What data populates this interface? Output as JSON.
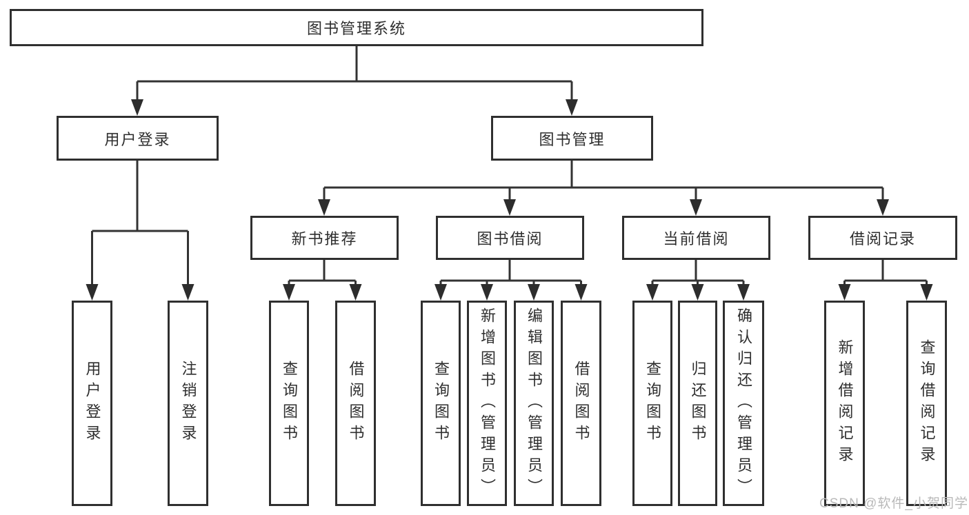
{
  "diagram": {
    "tree": {
      "label": "图书管理系统",
      "children": [
        {
          "label": "用户登录",
          "children": [
            {
              "label": "用户登录"
            },
            {
              "label": "注销登录"
            }
          ]
        },
        {
          "label": "图书管理",
          "children": [
            {
              "label": "新书推荐",
              "children": [
                {
                  "label": "查询图书"
                },
                {
                  "label": "借阅图书"
                }
              ]
            },
            {
              "label": "图书借阅",
              "children": [
                {
                  "label": "查询图书"
                },
                {
                  "label": "新增图书（管理员）"
                },
                {
                  "label": "编辑图书（管理员）"
                },
                {
                  "label": "借阅图书"
                }
              ]
            },
            {
              "label": "当前借阅",
              "children": [
                {
                  "label": "查询图书"
                },
                {
                  "label": "归还图书"
                },
                {
                  "label": "确认归还（管理员）"
                }
              ]
            },
            {
              "label": "借阅记录",
              "children": [
                {
                  "label": "新增借阅记录"
                },
                {
                  "label": "查询借阅记录"
                }
              ]
            }
          ]
        }
      ]
    },
    "colors": {
      "line": "#333333",
      "border": "#2f2f2f",
      "text": "#2e2e2e",
      "watermark": "#b9b9b9"
    }
  },
  "watermark": {
    "text": "CSDN @软件_小贺同学"
  }
}
